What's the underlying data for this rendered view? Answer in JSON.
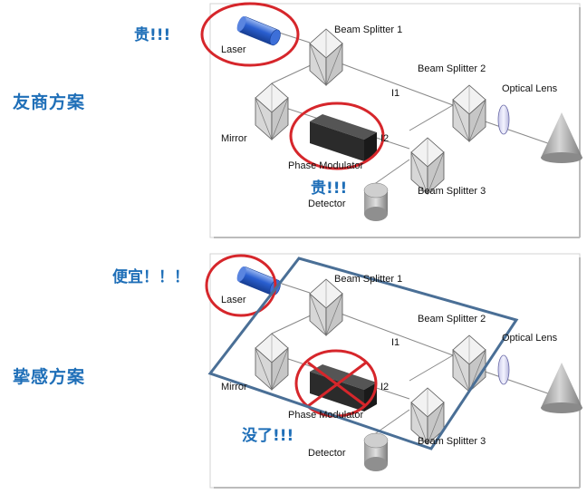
{
  "rows": [
    {
      "title": "友商方案",
      "callouts": [
        "贵!!!",
        "贵!!!"
      ],
      "labels": {
        "laser": "Laser",
        "beam_splitter_1": "Beam Splitter 1",
        "beam_splitter_2": "Beam Splitter 2",
        "beam_splitter_3": "Beam Splitter 3",
        "optical_lens": "Optical Lens",
        "mirror": "Mirror",
        "phase_modulator": "Phase Modulator",
        "detector": "Detector",
        "i1": "I1",
        "i2": "I2"
      }
    },
    {
      "title": "挚感方案",
      "callouts": [
        "便宜！！！",
        "没了!!!"
      ],
      "labels": {
        "laser": "Laser",
        "beam_splitter_1": "Beam Splitter 1",
        "beam_splitter_2": "Beam Splitter 2",
        "beam_splitter_3": "Beam Splitter 3",
        "optical_lens": "Optical Lens",
        "mirror": "Mirror",
        "phase_modulator": "Phase Modulator",
        "detector": "Detector",
        "i1": "I1",
        "i2": "I2"
      }
    }
  ],
  "colors": {
    "highlight_circle": "#d6262b",
    "integration_box": "#4a6f96",
    "title_text": "#1f6fb8",
    "laser_blue": "#2a5fd0",
    "modulator_black": "#2b2b2b"
  }
}
